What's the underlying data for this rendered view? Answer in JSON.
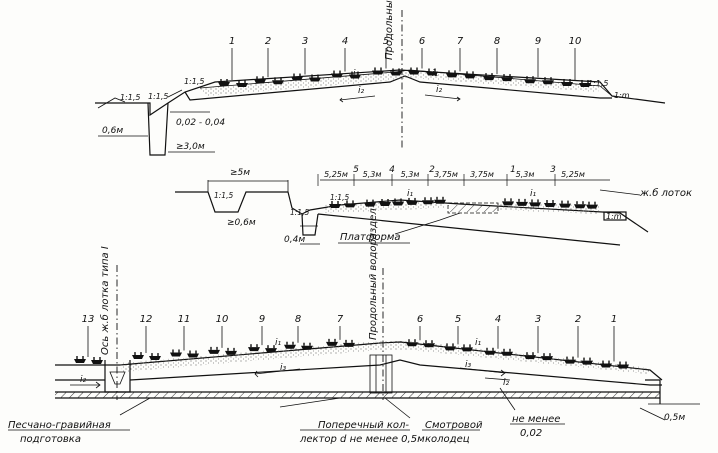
{
  "colors": {
    "ink": "#111111",
    "paper": "#fdfdfb",
    "ballast": "#f1efe6"
  },
  "top": {
    "track_numbers": [
      "1",
      "2",
      "3",
      "4",
      "5",
      "6",
      "7",
      "8",
      "9",
      "10"
    ],
    "watershed": "Продольный водораздел",
    "slope_labels": [
      "1:1,5",
      "1:1,5",
      "1:1,5",
      "1:1,5"
    ],
    "slope_m": "1:m",
    "gradient": [
      "i₁",
      "i₁",
      "i₂",
      "i₂"
    ],
    "dim_ditch": "0,6м",
    "dim_slope": "0,02 - 0,04",
    "dim_width": "≥3,0м"
  },
  "middle": {
    "dims_top": [
      "5,25м",
      "5,3м",
      "5,3м",
      "3,75м",
      "3,75м",
      "5,3м",
      "5,25м"
    ],
    "track_numbers": [
      "5",
      "4",
      "2",
      "1",
      "3"
    ],
    "dim_5m": "≥5м",
    "slope_labels": [
      "1:1,5",
      "1:1,5",
      "1:1,5"
    ],
    "dim_06": "≥0,6м",
    "dim_04": "0,4м",
    "gradient": [
      "i₁",
      "i₁"
    ],
    "slope_m": "1:m",
    "platform": "Платформа",
    "tray": "ж.б лоток"
  },
  "bottom": {
    "track_numbers": [
      "13",
      "12",
      "11",
      "10",
      "9",
      "8",
      "7",
      "6",
      "5",
      "4",
      "3",
      "2",
      "1"
    ],
    "axis_label": "Ось ж.б лотка типа I",
    "watershed": "Продольный водораздел",
    "gradient": [
      "i₁",
      "i₁",
      "i₂",
      "i₃",
      "i₃",
      "i₂"
    ],
    "sand_gravel": [
      "Песчано-гравийная",
      "подготовка"
    ],
    "collector": [
      "Поперечный кол-",
      "лектор d не менее 0,5м"
    ],
    "well": [
      "Смотровой",
      "колодец"
    ],
    "min_slope": [
      "не менее",
      "0,02"
    ],
    "dim_05": "0,5м"
  }
}
